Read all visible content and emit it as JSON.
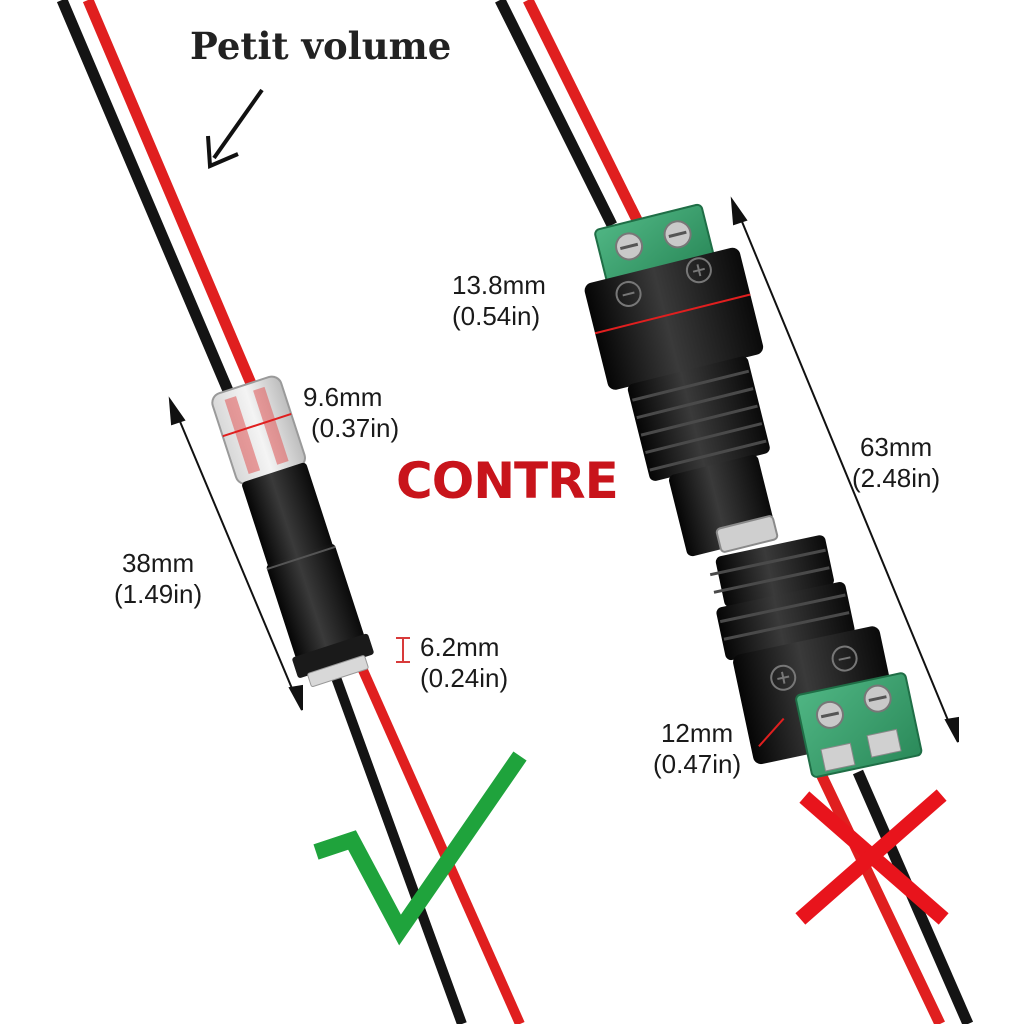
{
  "caption": "Petit volume",
  "comparison_word": "CONTRE",
  "small_connector": {
    "width": {
      "mm": "9.6mm",
      "in": "(0.37in)"
    },
    "length": {
      "mm": "38mm",
      "in": "(1.49in)"
    },
    "thickness": {
      "mm": "6.2mm",
      "in": "(0.24in)"
    }
  },
  "large_connector": {
    "width_top": {
      "mm": "13.8mm",
      "in": "(0.54in)"
    },
    "length": {
      "mm": "63mm",
      "in": "(2.48in)"
    },
    "width_bottom": {
      "mm": "12mm",
      "in": "(0.47in)"
    }
  },
  "marks": {
    "check": "check-icon",
    "cross": "cross-icon"
  },
  "colors": {
    "check": "#1fa33c",
    "cross": "#e8141c",
    "wire_red": "#e01f1f",
    "wire_black": "#141414",
    "terminal_green": "#3aa371",
    "contre": "#c8141b"
  }
}
